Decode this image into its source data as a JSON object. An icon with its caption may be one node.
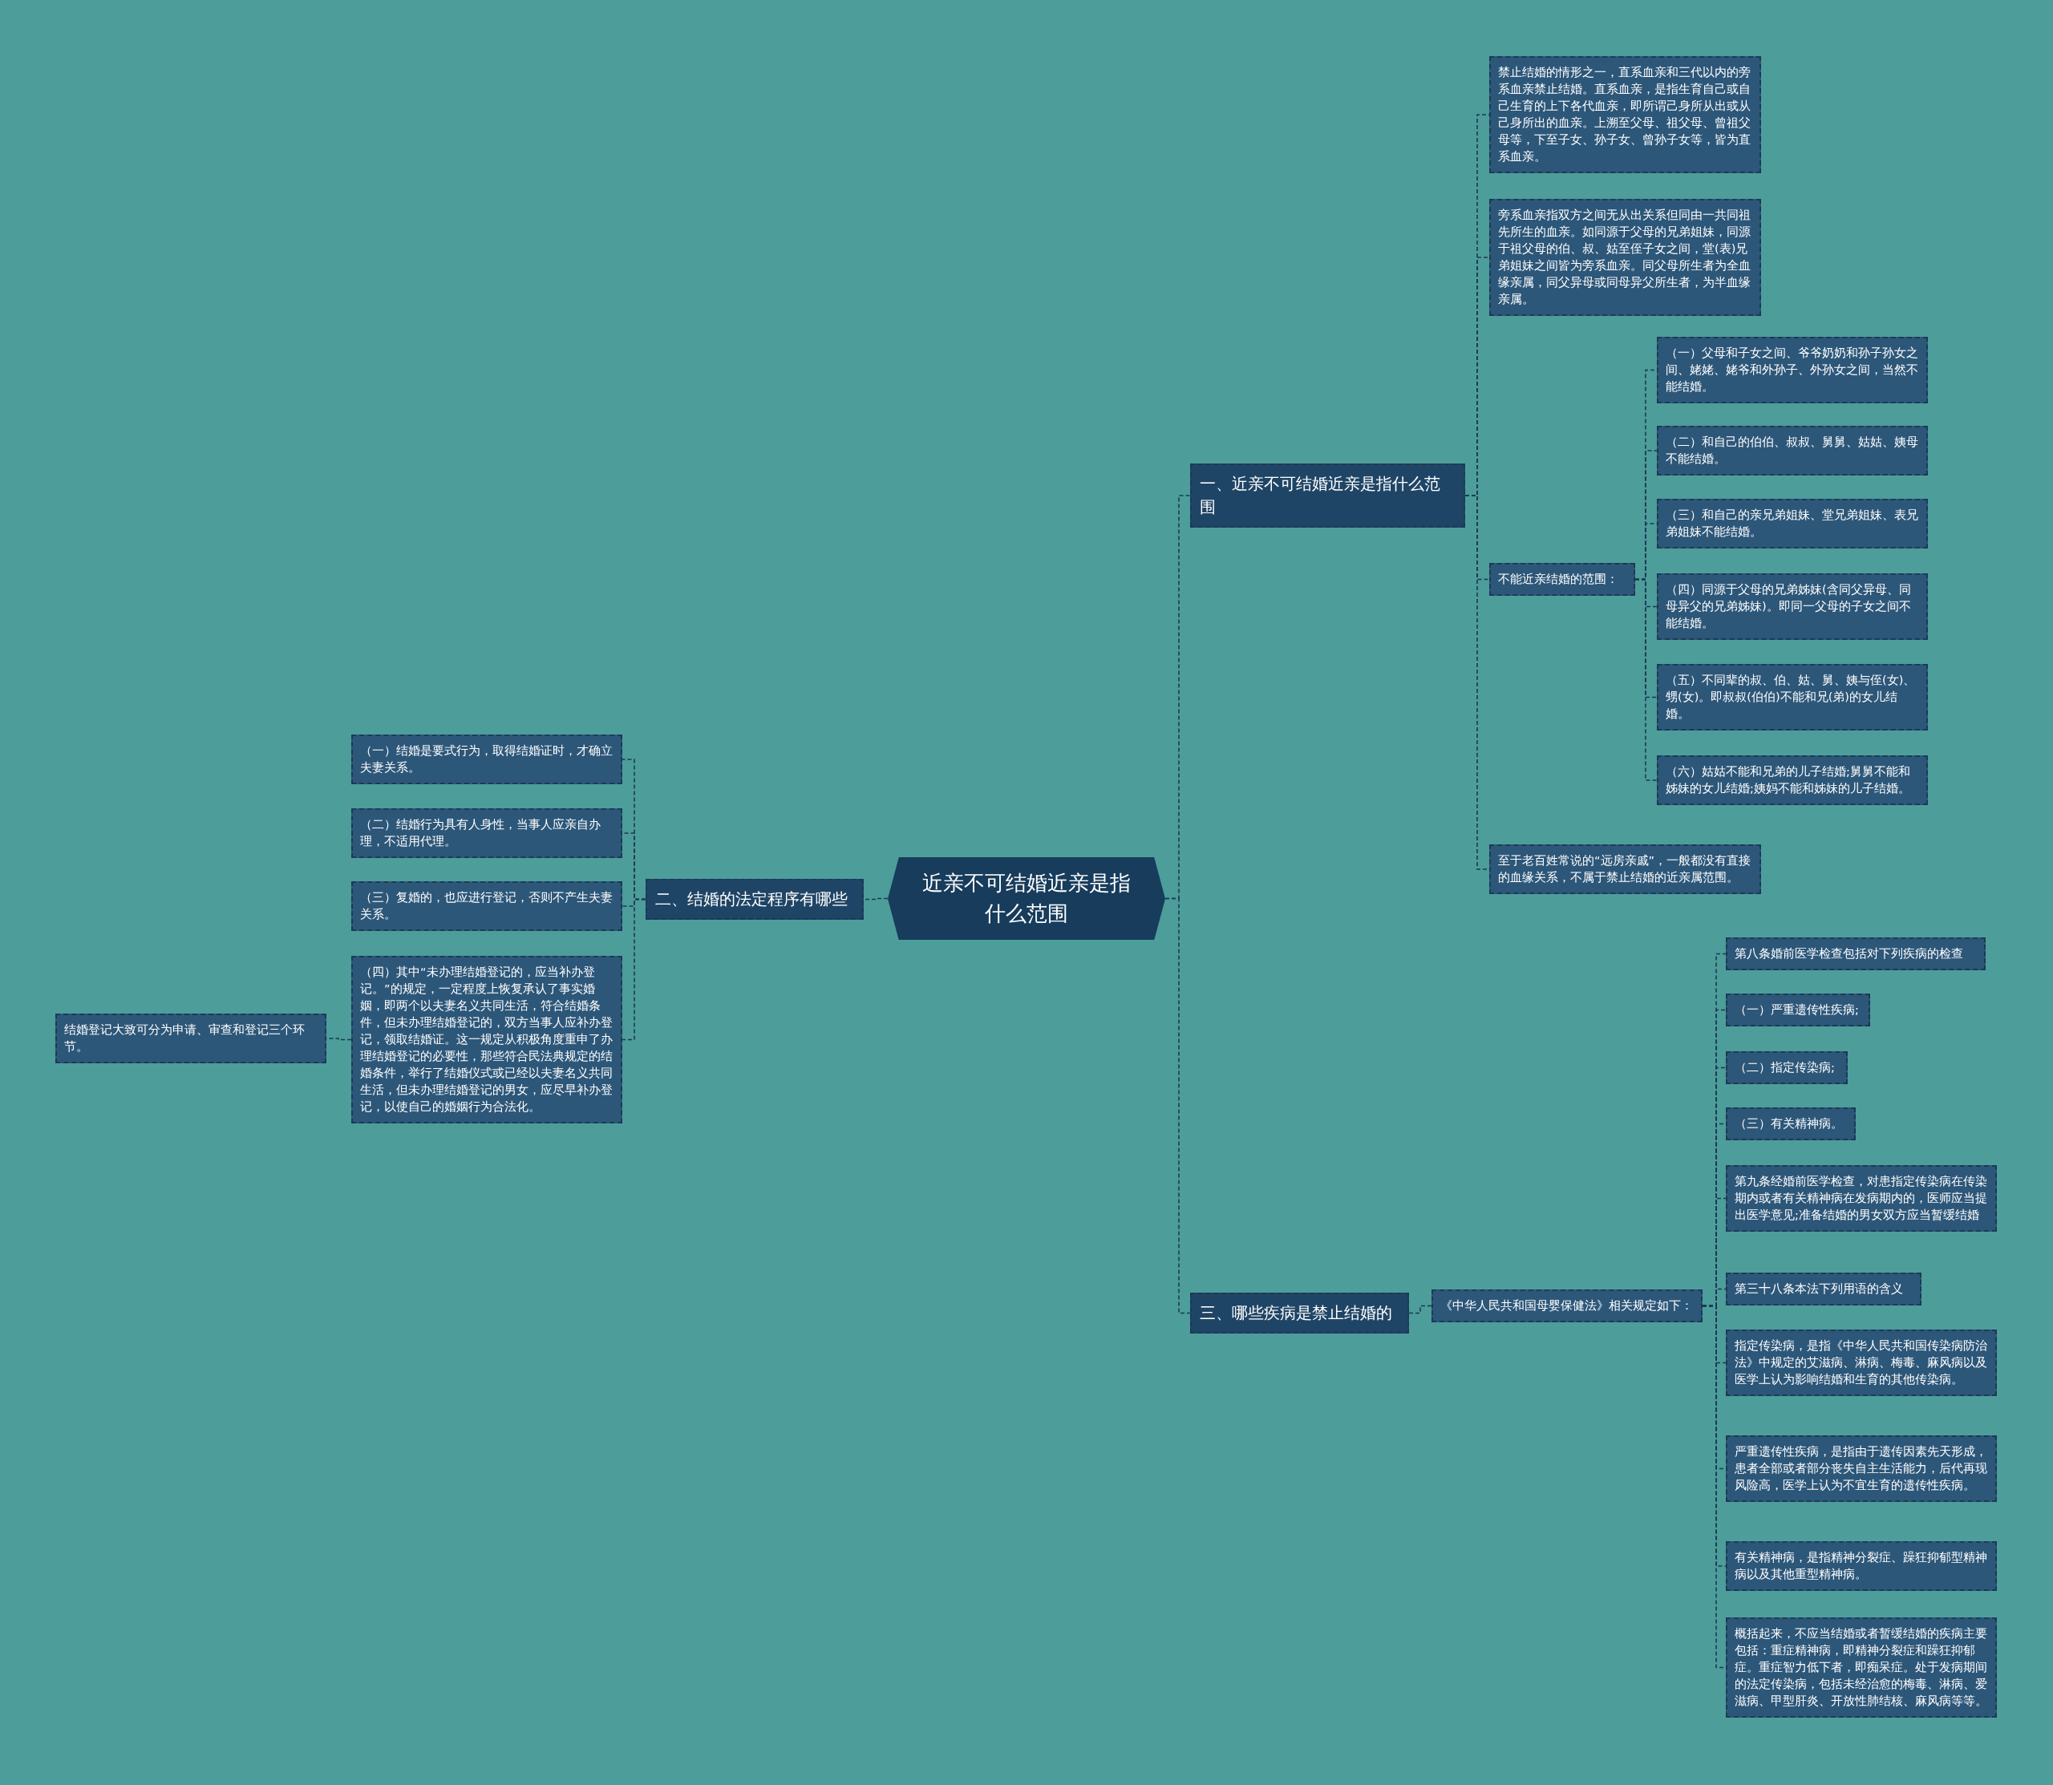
{
  "diagram": {
    "nodes": [
      {
        "text": [
          "近亲不可结婚近亲是指什么范围"
        ]
      },
      {
        "text": [
          "一、近亲不可结婚近亲是指什么范围"
        ]
      },
      {
        "text": [
          "禁止结婚的情形之一，直系血亲和三代以内的旁系血亲禁止结婚。直系血亲，是指生育自己或自己生育的上下各代血亲，即所谓己身所从出或从己身所出的血亲。上溯至父母、祖父母、曾祖父母等，下至子女、孙子女、曾孙子女等，皆为直系血亲。"
        ]
      },
      {
        "text": [
          "旁系血亲指双方之间无从出关系但同由一共同祖先所生的血亲。如同源于父母的兄弟姐妹，同源于祖父母的伯、叔、姑至侄子女之间，堂(表)兄弟姐妹之间皆为旁系血亲。同父母所生者为全血缘亲属，同父异母或同母异父所生者，为半血缘亲属。"
        ]
      },
      {
        "text": [
          "不能近亲结婚的范围："
        ]
      },
      {
        "text": [
          "（一）父母和子女之间、爷爷奶奶和孙子孙女之间、姥姥、姥爷和外孙子、外孙女之间，当然不能结婚。"
        ]
      },
      {
        "text": [
          "（二）和自己的伯伯、叔叔、舅舅、姑姑、姨母不能结婚。"
        ]
      },
      {
        "text": [
          "（三）和自己的亲兄弟姐妹、堂兄弟姐妹、表兄弟姐妹不能结婚。"
        ]
      },
      {
        "text": [
          "（四）同源于父母的兄弟姊妹(含同父异母、同母异父的兄弟姊妹)。即同一父母的子女之间不能结婚。"
        ]
      },
      {
        "text": [
          "（五）不同辈的叔、伯、姑、舅、姨与侄(女)、甥(女)。即叔叔(伯伯)不能和兄(弟)的女儿结婚。"
        ]
      },
      {
        "text": [
          "（六）姑姑不能和兄弟的儿子结婚;舅舅不能和姊妹的女儿结婚;姨妈不能和姊妹的儿子结婚。"
        ]
      },
      {
        "text": [
          "至于老百姓常说的“远房亲戚”，一般都没有直接的血缘关系，不属于禁止结婚的近亲属范围。"
        ]
      },
      {
        "text": [
          "二、结婚的法定程序有哪些"
        ]
      },
      {
        "text": [
          "（一）结婚是要式行为，取得结婚证时，才确立夫妻关系。"
        ]
      },
      {
        "text": [
          "（二）结婚行为具有人身性，当事人应亲自办理，不适用代理。"
        ]
      },
      {
        "text": [
          "（三）复婚的，也应进行登记，否则不产生夫妻关系。"
        ]
      },
      {
        "text": [
          "（四）其中“未办理结婚登记的，应当补办登记。”的规定，一定程度上恢复承认了事实婚姻，即两个以夫妻名义共同生活，符合结婚条件，但未办理结婚登记的，双方当事人应补办登记，领取结婚证。这一规定从积极角度重申了办理结婚登记的必要性，那些符合民法典规定的结婚条件，举行了结婚仪式或已经以夫妻名义共同生活，但未办理结婚登记的男女，应尽早补办登记，以使自己的婚姻行为合法化。"
        ]
      },
      {
        "text": [
          "结婚登记大致可分为申请、审查和登记三个环节。"
        ]
      },
      {
        "text": [
          "三、哪些疾病是禁止结婚的"
        ]
      },
      {
        "text": [
          "《中华人民共和国母婴保健法》相关规定如下："
        ]
      },
      {
        "text": [
          "第八条婚前医学检查包括对下列疾病的检查"
        ]
      },
      {
        "text": [
          "（一）严重遗传性疾病;"
        ]
      },
      {
        "text": [
          "（二）指定传染病;"
        ]
      },
      {
        "text": [
          "（三）有关精神病。"
        ]
      },
      {
        "text": [
          "第九条经婚前医学检查，对患指定传染病在传染期内或者有关精神病在发病期内的，医师应当提出医学意见;准备结婚的男女双方应当暂缓结婚"
        ]
      },
      {
        "text": [
          "第三十八条本法下列用语的含义"
        ]
      },
      {
        "text": [
          "指定传染病，是指《中华人民共和国传染病防治法》中规定的艾滋病、淋病、梅毒、麻风病以及医学上认为影响结婚和生育的其他传染病。"
        ]
      },
      {
        "text": [
          "严重遗传性疾病，是指由于遗传因素先天形成，患者全部或者部分丧失自主生活能力，后代再现风险高，医学上认为不宜生育的遗传性疾病。"
        ]
      },
      {
        "text": [
          "有关精神病，是指精神分裂症、躁狂抑郁型精神病以及其他重型精神病。"
        ]
      },
      {
        "text": [
          "概括起来，不应当结婚或者暂缓结婚的疾病主要包括：重症精神病，即精神分裂症和躁狂抑郁症。重症智力低下者，即痴呆症。处于发病期间的法定传染病，包括未经治愈的梅毒、淋病、爱滋病、甲型肝炎、开放性肺结核、麻风病等等。"
        ]
      }
    ],
    "edges": [
      {
        "from": 0,
        "to": 1,
        "arrow": "none"
      },
      {
        "from": 1,
        "to": 2,
        "arrow": "none"
      },
      {
        "from": 1,
        "to": 3,
        "arrow": "none"
      },
      {
        "from": 1,
        "to": 4,
        "arrow": "none"
      },
      {
        "from": 4,
        "to": 5,
        "arrow": "none"
      },
      {
        "from": 4,
        "to": 6,
        "arrow": "none"
      },
      {
        "from": 4,
        "to": 7,
        "arrow": "none"
      },
      {
        "from": 4,
        "to": 8,
        "arrow": "none"
      },
      {
        "from": 4,
        "to": 9,
        "arrow": "none"
      },
      {
        "from": 4,
        "to": 10,
        "arrow": "none"
      },
      {
        "from": 1,
        "to": 11,
        "arrow": "none"
      },
      {
        "from": 0,
        "to": 12,
        "arrow": "none"
      },
      {
        "from": 12,
        "to": 13,
        "arrow": "none"
      },
      {
        "from": 12,
        "to": 14,
        "arrow": "none"
      },
      {
        "from": 12,
        "to": 15,
        "arrow": "none"
      },
      {
        "from": 12,
        "to": 16,
        "arrow": "none"
      },
      {
        "from": 16,
        "to": 17,
        "arrow": "none"
      },
      {
        "from": 0,
        "to": 18,
        "arrow": "none"
      },
      {
        "from": 18,
        "to": 19,
        "arrow": "none"
      },
      {
        "from": 19,
        "to": 20,
        "arrow": "none"
      },
      {
        "from": 19,
        "to": 21,
        "arrow": "none"
      },
      {
        "from": 19,
        "to": 22,
        "arrow": "none"
      },
      {
        "from": 19,
        "to": 23,
        "arrow": "none"
      },
      {
        "from": 19,
        "to": 24,
        "arrow": "none"
      },
      {
        "from": 19,
        "to": 25,
        "arrow": "none"
      },
      {
        "from": 19,
        "to": 26,
        "arrow": "none"
      },
      {
        "from": 19,
        "to": 27,
        "arrow": "none"
      },
      {
        "from": 19,
        "to": 28,
        "arrow": "none"
      },
      {
        "from": 19,
        "to": 29,
        "arrow": "none"
      }
    ]
  }
}
